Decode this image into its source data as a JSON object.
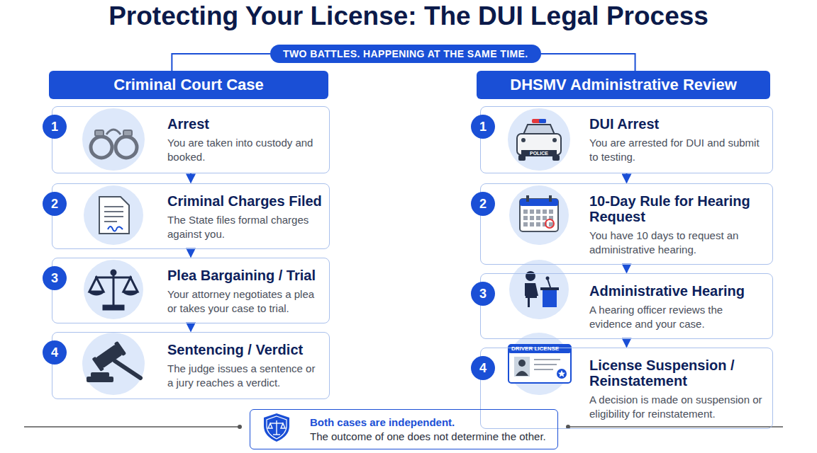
{
  "diagram": {
    "title": "Protecting Your License: The DUI Legal Process",
    "nodes": [
      {
        "text": [
          "TWO BATTLES. HAPPENING AT THE SAME TIME."
        ]
      },
      {
        "text": [
          "Criminal Court Case"
        ]
      },
      {
        "text": [
          "DHSMV Administrative Review"
        ]
      },
      {
        "text": [
          "Arrest",
          "You are taken into custody and booked."
        ]
      },
      {
        "text": [
          "1"
        ],
        "in": 3
      },
      {
        "text": [
          "Criminal Charges Filed",
          "The State files formal charges against you."
        ]
      },
      {
        "text": [
          "2"
        ],
        "in": 5
      },
      {
        "text": [
          "Plea Bargaining / Trial",
          "Your attorney negotiates a plea or takes your case to trial."
        ]
      },
      {
        "text": [
          "3"
        ],
        "in": 7
      },
      {
        "text": [
          "Sentencing / Verdict",
          "The judge issues a sentence or a jury reaches a verdict."
        ]
      },
      {
        "text": [
          "4"
        ],
        "in": 9
      },
      {
        "text": [
          "DUI Arrest",
          "You are arrested for DUI and submit to testing."
        ]
      },
      {
        "text": [
          "1"
        ],
        "in": 11
      },
      {
        "text": [
          "10-Day Rule for Hearing Request",
          "You have 10 days to request an administrative hearing."
        ]
      },
      {
        "text": [
          "2"
        ],
        "in": 13
      },
      {
        "text": [
          "Administrative Hearing",
          "A hearing officer reviews the evidence and your case."
        ]
      },
      {
        "text": [
          "3"
        ],
        "in": 15
      },
      {
        "text": [
          "License Suspension / Reinstatement",
          "A decision is made on suspension or eligibility for reinstatement."
        ]
      },
      {
        "text": [
          "4"
        ],
        "in": 17
      },
      {
        "text": [
          "Both cases are independent.",
          "The outcome of one does not determine the other."
        ]
      }
    ],
    "edges": [
      {
        "from": 0,
        "to": 1,
        "arrow": "none"
      },
      {
        "from": 0,
        "to": 2,
        "arrow": "none"
      },
      {
        "from": 3,
        "to": 5,
        "arrow": "to"
      },
      {
        "from": 5,
        "to": 7,
        "arrow": "to"
      },
      {
        "from": 7,
        "to": 9,
        "arrow": "to"
      },
      {
        "from": 11,
        "to": 13,
        "arrow": "to"
      },
      {
        "from": 13,
        "to": 15,
        "arrow": "to"
      },
      {
        "from": 15,
        "to": 17,
        "arrow": "to"
      }
    ],
    "labels": [
      "POLICE",
      "DRIVER LICENSE"
    ]
  }
}
